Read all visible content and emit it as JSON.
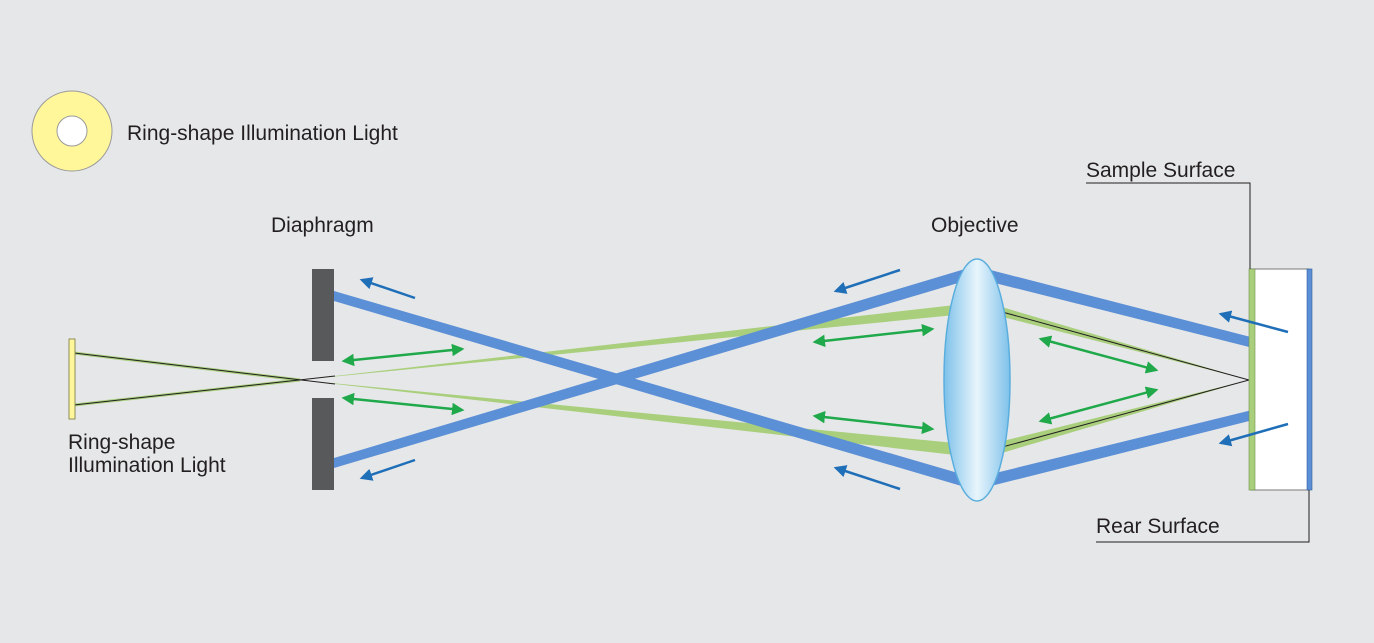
{
  "legend": {
    "label": "Ring-shape Illumination Light",
    "icon": "ring-icon"
  },
  "labels": {
    "diaphragm": "Diaphragm",
    "objective": "Objective",
    "sample_surface": "Sample Surface",
    "rear_surface": "Rear Surface",
    "source_line1": "Ring-shape",
    "source_line2": "Illumination Light"
  },
  "colors": {
    "background": "#e6e7e8",
    "ring_fill": "#fff79a",
    "green_beam": "#a9cf7d",
    "blue_beam": "#5b8fd6",
    "blue_arrow": "#1f6fb8",
    "green_arrow": "#1fa94b",
    "diaphragm": "#58595b",
    "leader_line": "#231f20"
  }
}
